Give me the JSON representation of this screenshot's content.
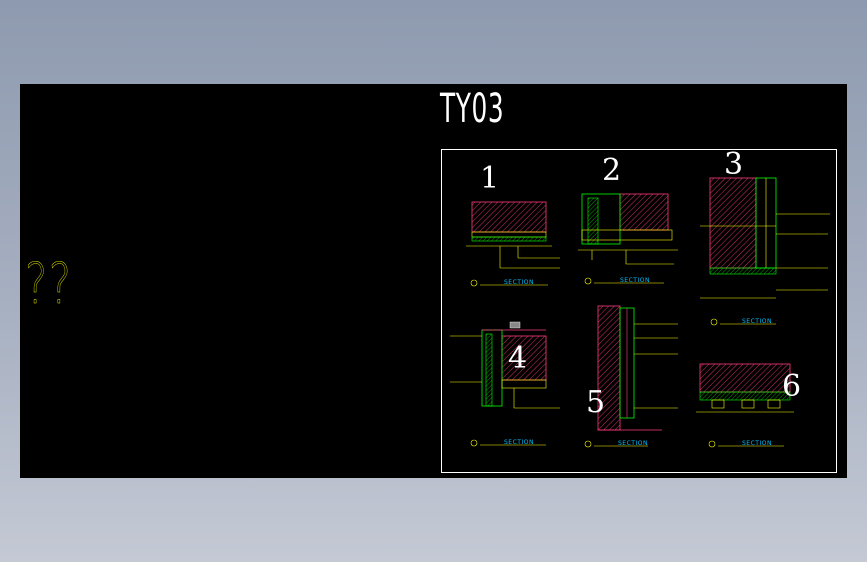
{
  "drawing": {
    "title": "TY03",
    "placeholder_text": "??",
    "details": [
      {
        "number": "1",
        "caption": "SECTION"
      },
      {
        "number": "2",
        "caption": "SECTION"
      },
      {
        "number": "3",
        "caption": "SECTION"
      },
      {
        "number": "4",
        "caption": "SECTION"
      },
      {
        "number": "5",
        "caption": "SECTION"
      },
      {
        "number": "6",
        "caption": "SECTION"
      }
    ]
  },
  "colors": {
    "background": "#000000",
    "annotation": "#ffff00",
    "hatch": "#ff3b7f",
    "line_green": "#00ff00",
    "caption": "#00bfff",
    "outline": "#ffffff"
  }
}
